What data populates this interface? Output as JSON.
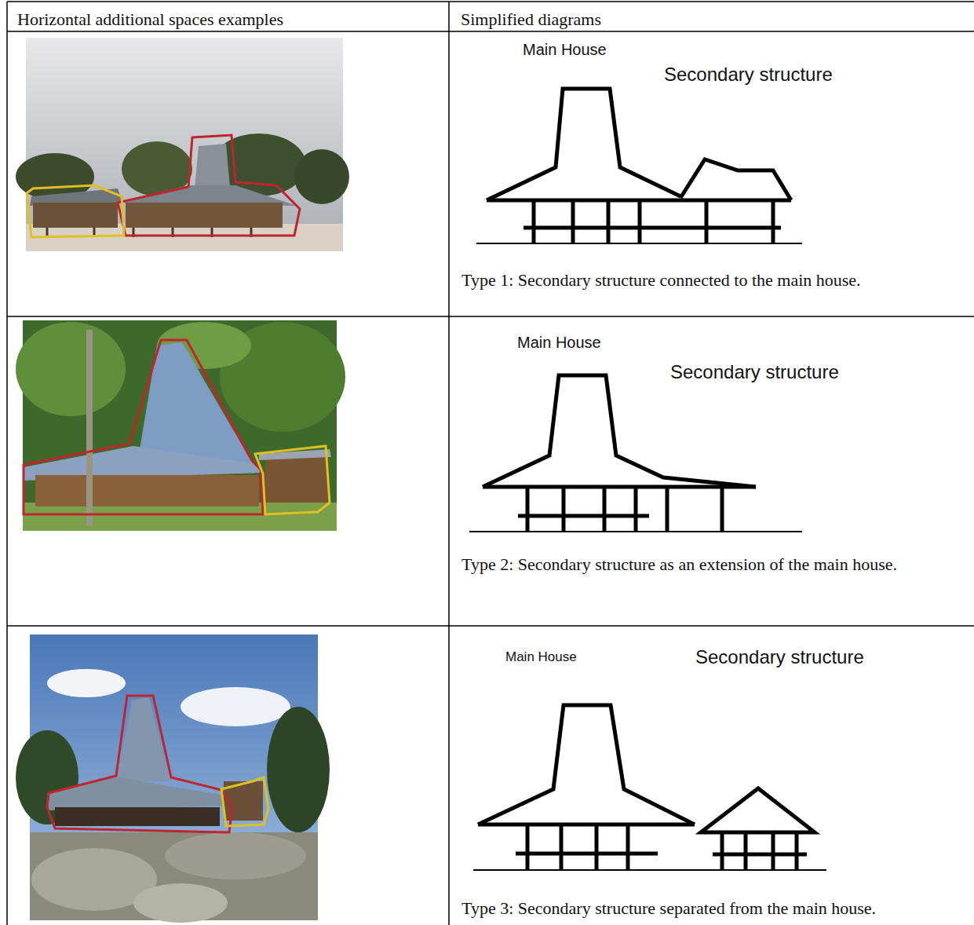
{
  "diagram": {
    "labels": [
      "Horizontal additional spaces examples",
      "Simplified diagrams",
      "Main House",
      "Secondary structure",
      "Type 1: Secondary structure connected to the main house.",
      "Main House",
      "Secondary structure",
      "Type 2: Secondary structure as an extension of the main house.",
      "Main House",
      "Secondary structure",
      "Type 3: Secondary structure separated from the main house."
    ]
  }
}
